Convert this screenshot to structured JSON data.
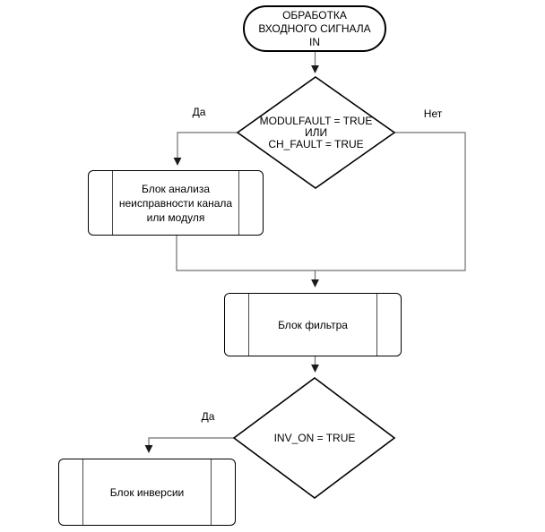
{
  "colors": {
    "background": "#ffffff",
    "shape_border": "#000000",
    "connector": "#707070",
    "text": "#000000"
  },
  "nodes": {
    "start": {
      "label": "ОБРАБОТКА ВХОДНОГО СИГНАЛА IN",
      "shape": "terminator"
    },
    "decision_fault": {
      "label": "MODULFAULT = TRUE\nИЛИ\nCH_FAULT = TRUE",
      "shape": "diamond"
    },
    "block_analysis": {
      "label": "Блок анализа неисправности канала или модуля",
      "shape": "predefined-process"
    },
    "block_filter": {
      "label": "Блок фильтра",
      "shape": "predefined-process"
    },
    "decision_inv": {
      "label": "INV_ON = TRUE",
      "shape": "diamond"
    },
    "block_inversion": {
      "label": "Блок инверсии",
      "shape": "predefined-process"
    }
  },
  "edge_labels": {
    "fault_yes": "Да",
    "fault_no": "Нет",
    "inv_yes": "Да"
  }
}
